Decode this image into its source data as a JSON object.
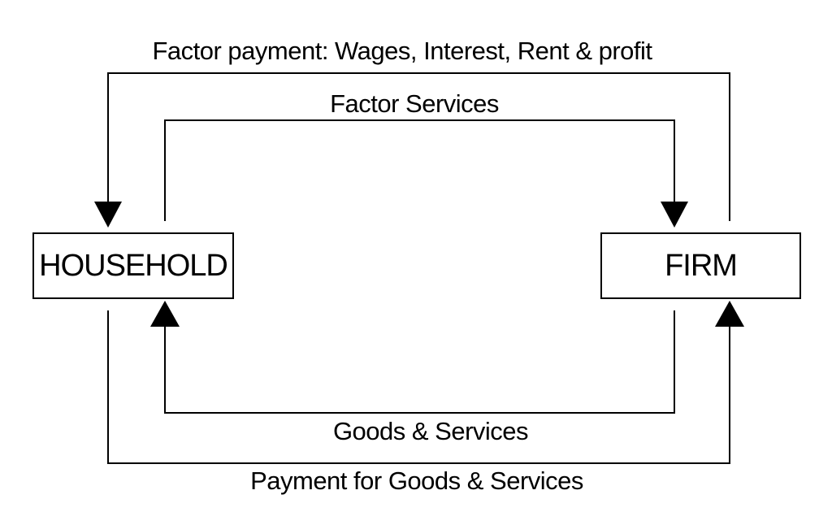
{
  "nodes": {
    "household": "HOUSEHOLD",
    "firm": "FIRM"
  },
  "flows": {
    "factor_payment": "Factor payment: Wages, Interest, Rent & profit",
    "factor_services": "Factor Services",
    "goods_services": "Goods & Services",
    "payment_goods_services": "Payment for Goods & Services"
  },
  "colors": {
    "stroke": "#000000",
    "background": "#ffffff"
  }
}
